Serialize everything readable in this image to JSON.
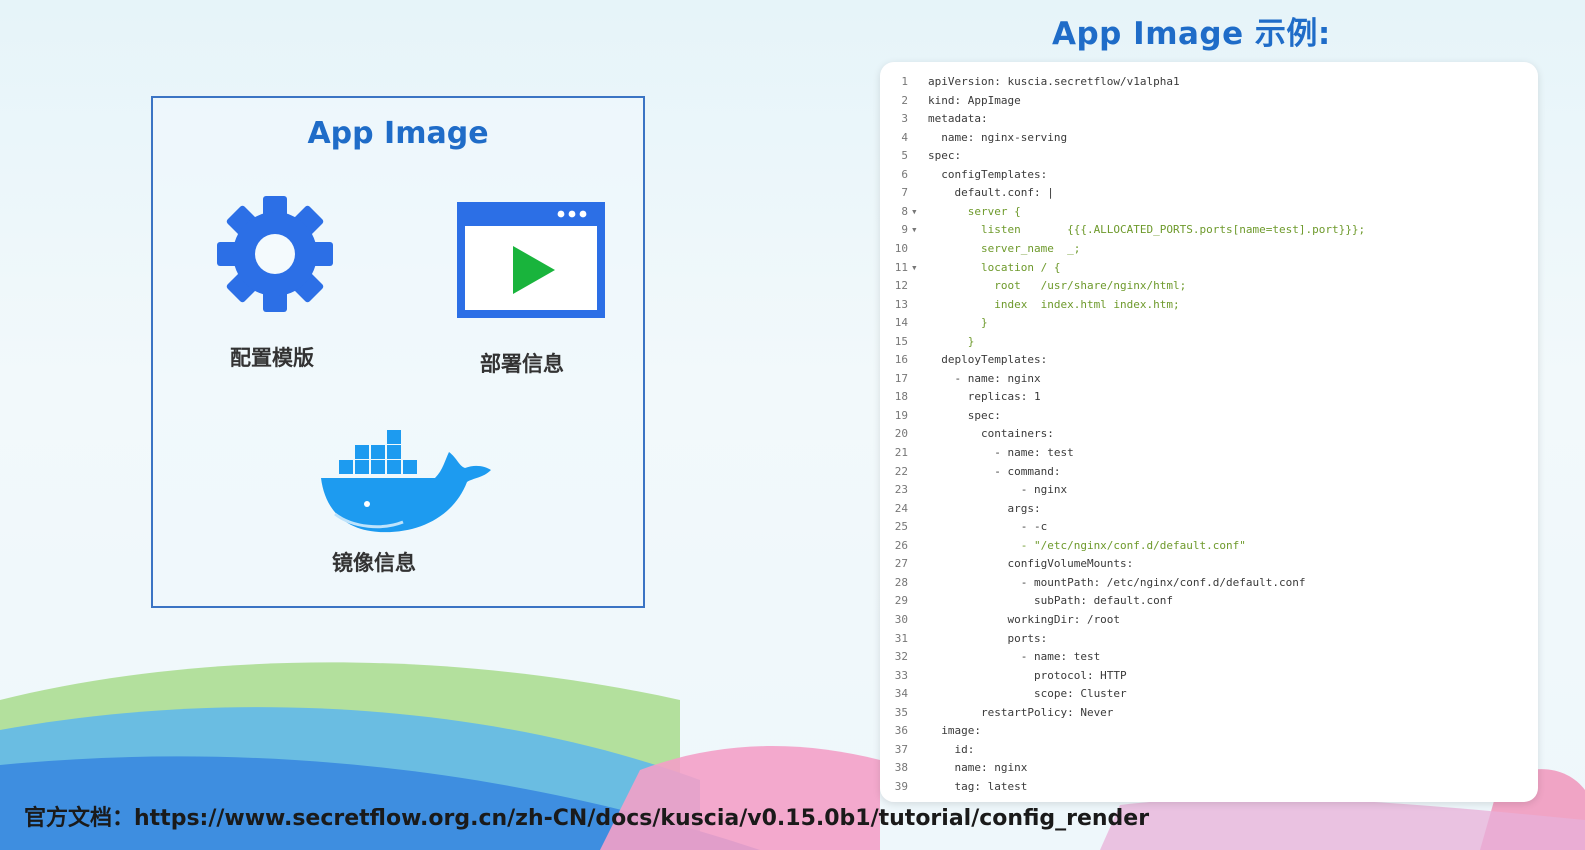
{
  "slide_title": "App Image 示例:",
  "diagram": {
    "title": "App Image",
    "items": [
      {
        "label": "配置模版",
        "icon": "gear-icon"
      },
      {
        "label": "部署信息",
        "icon": "app-window-play-icon"
      },
      {
        "label": "镜像信息",
        "icon": "docker-whale-icon"
      }
    ]
  },
  "code": {
    "lines": [
      {
        "n": "1",
        "fold": "",
        "text": "apiVersion: kuscia.secretflow/v1alpha1"
      },
      {
        "n": "2",
        "fold": "",
        "text": "kind: AppImage"
      },
      {
        "n": "3",
        "fold": "",
        "text": "metadata:"
      },
      {
        "n": "4",
        "fold": "",
        "text": "  name: nginx-serving"
      },
      {
        "n": "5",
        "fold": "",
        "text": "spec:"
      },
      {
        "n": "6",
        "fold": "",
        "text": "  configTemplates:"
      },
      {
        "n": "7",
        "fold": "",
        "text": "    default.conf: |"
      },
      {
        "n": "8",
        "fold": "▾",
        "text": "      server {",
        "green": true
      },
      {
        "n": "9",
        "fold": "▾",
        "text": "        listen       {{{.ALLOCATED_PORTS.ports[name=test].port}}};",
        "green": true
      },
      {
        "n": "10",
        "fold": "",
        "text": "        server_name  _;",
        "green": true
      },
      {
        "n": "11",
        "fold": "▾",
        "text": "        location / {",
        "green": true
      },
      {
        "n": "12",
        "fold": "",
        "text": "          root   /usr/share/nginx/html;",
        "green": true
      },
      {
        "n": "13",
        "fold": "",
        "text": "          index  index.html index.htm;",
        "green": true
      },
      {
        "n": "14",
        "fold": "",
        "text": "        }",
        "green": true
      },
      {
        "n": "15",
        "fold": "",
        "text": "      }",
        "green": true
      },
      {
        "n": "16",
        "fold": "",
        "text": "  deployTemplates:"
      },
      {
        "n": "17",
        "fold": "",
        "text": "    - name: nginx"
      },
      {
        "n": "18",
        "fold": "",
        "text": "      replicas: 1"
      },
      {
        "n": "19",
        "fold": "",
        "text": "      spec:"
      },
      {
        "n": "20",
        "fold": "",
        "text": "        containers:"
      },
      {
        "n": "21",
        "fold": "",
        "text": "          - name: test"
      },
      {
        "n": "22",
        "fold": "",
        "text": "          - command:"
      },
      {
        "n": "23",
        "fold": "",
        "text": "              - nginx"
      },
      {
        "n": "24",
        "fold": "",
        "text": "            args:"
      },
      {
        "n": "25",
        "fold": "",
        "text": "              - -c"
      },
      {
        "n": "26",
        "fold": "",
        "text": "              - \"/etc/nginx/conf.d/default.conf\"",
        "green": true
      },
      {
        "n": "27",
        "fold": "",
        "text": "            configVolumeMounts:"
      },
      {
        "n": "28",
        "fold": "",
        "text": "              - mountPath: /etc/nginx/conf.d/default.conf"
      },
      {
        "n": "29",
        "fold": "",
        "text": "                subPath: default.conf"
      },
      {
        "n": "30",
        "fold": "",
        "text": "            workingDir: /root"
      },
      {
        "n": "31",
        "fold": "",
        "text": "            ports:"
      },
      {
        "n": "32",
        "fold": "",
        "text": "              - name: test"
      },
      {
        "n": "33",
        "fold": "",
        "text": "                protocol: HTTP"
      },
      {
        "n": "34",
        "fold": "",
        "text": "                scope: Cluster"
      },
      {
        "n": "35",
        "fold": "",
        "text": "        restartPolicy: Never"
      },
      {
        "n": "36",
        "fold": "",
        "text": "  image:"
      },
      {
        "n": "37",
        "fold": "",
        "text": "    id:"
      },
      {
        "n": "38",
        "fold": "",
        "text": "    name: nginx"
      },
      {
        "n": "39",
        "fold": "",
        "text": "    tag: latest"
      }
    ]
  },
  "footer": "官方文档：https://www.secretflow.org.cn/zh-CN/docs/kuscia/v0.15.0b1/tutorial/config_render",
  "colors": {
    "title_blue": "#1f6cc8",
    "gear_blue": "#2c6fe6",
    "window_blue": "#2c6fe6",
    "play_green": "#19b43c",
    "docker_blue": "#1d9bf0"
  }
}
